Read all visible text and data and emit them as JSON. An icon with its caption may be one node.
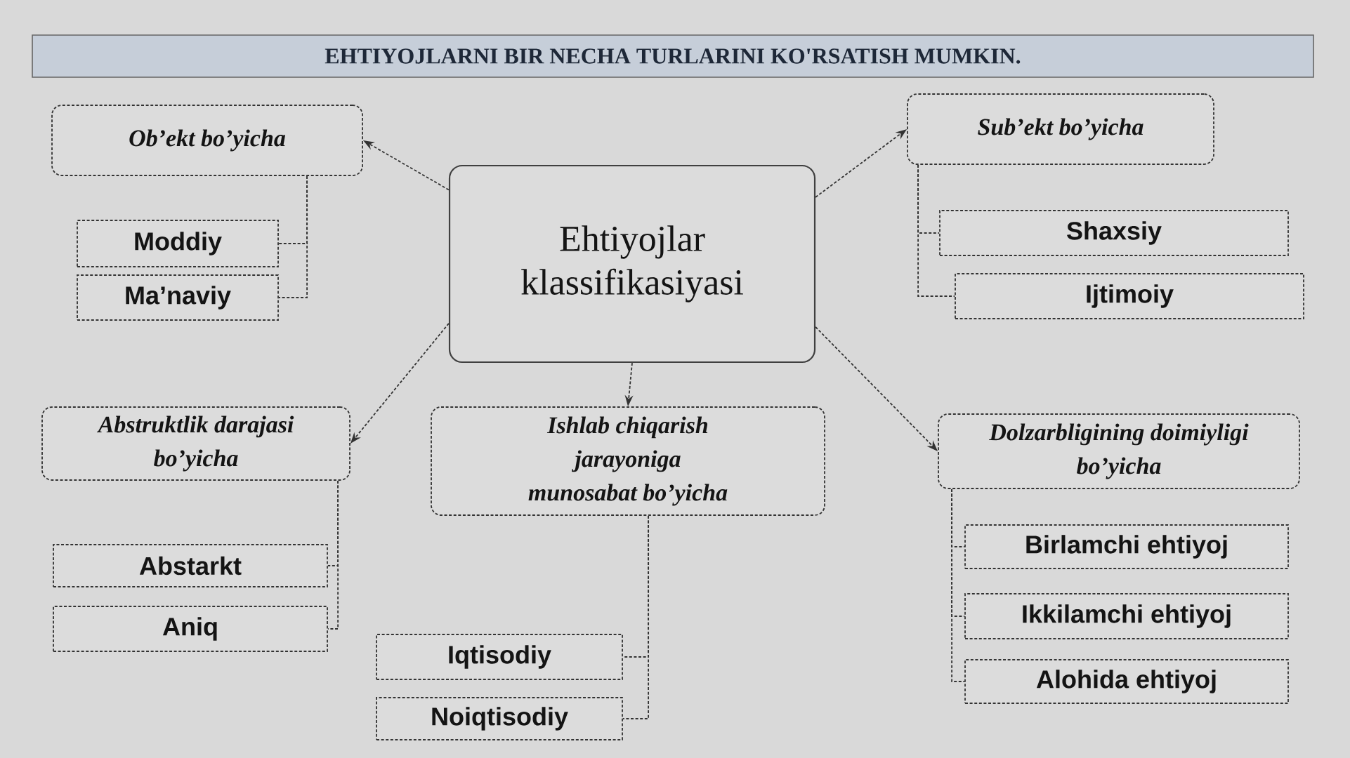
{
  "diagram": {
    "title": "EHTIYOJLARNI BIR NECHA TURLARINI KO'RSATISH MUMKIN.",
    "nodes": [
      {
        "text": [
          "Ehtiyojlar klassifikasiyasi"
        ]
      },
      {
        "text": [
          "Ob’ekt bo’yicha"
        ]
      },
      {
        "text": [
          "Moddiy"
        ]
      },
      {
        "text": [
          "Ma’naviy"
        ]
      },
      {
        "text": [
          "Sub’ekt bo’yicha"
        ]
      },
      {
        "text": [
          "Shaxsiy"
        ]
      },
      {
        "text": [
          "Ijtimoiy"
        ]
      },
      {
        "text": [
          "Abstruktlik darajasi bo’yicha"
        ]
      },
      {
        "text": [
          "Abstarkt"
        ]
      },
      {
        "text": [
          "Aniq"
        ]
      },
      {
        "text": [
          "Ishlab chiqarish jarayoniga munosabat bo’yicha"
        ]
      },
      {
        "text": [
          "Iqtisodiy"
        ]
      },
      {
        "text": [
          "Noiqtisodiy"
        ]
      },
      {
        "text": [
          "Dolzarbligining doimiyligi bo’yicha"
        ]
      },
      {
        "text": [
          "Birlamchi ehtiyoj"
        ]
      },
      {
        "text": [
          "Ikkilamchi ehtiyoj"
        ]
      },
      {
        "text": [
          "Alohida ehtiyoj"
        ]
      }
    ],
    "edges": [
      {
        "from": 0,
        "to": 1,
        "arrow": "to",
        "style": "dashed"
      },
      {
        "from": 1,
        "to": 2,
        "arrow": "none",
        "style": "dashed"
      },
      {
        "from": 1,
        "to": 3,
        "arrow": "none",
        "style": "dashed"
      },
      {
        "from": 0,
        "to": 4,
        "arrow": "to",
        "style": "dashed"
      },
      {
        "from": 4,
        "to": 5,
        "arrow": "none",
        "style": "dashed"
      },
      {
        "from": 4,
        "to": 6,
        "arrow": "none",
        "style": "dashed"
      },
      {
        "from": 0,
        "to": 7,
        "arrow": "to",
        "style": "dashed"
      },
      {
        "from": 7,
        "to": 8,
        "arrow": "none",
        "style": "dashed"
      },
      {
        "from": 7,
        "to": 9,
        "arrow": "none",
        "style": "dashed"
      },
      {
        "from": 0,
        "to": 10,
        "arrow": "to",
        "style": "dashed"
      },
      {
        "from": 10,
        "to": 11,
        "arrow": "none",
        "style": "dashed"
      },
      {
        "from": 10,
        "to": 12,
        "arrow": "none",
        "style": "dashed"
      },
      {
        "from": 0,
        "to": 13,
        "arrow": "to",
        "style": "dashed"
      },
      {
        "from": 13,
        "to": 14,
        "arrow": "none",
        "style": "dashed"
      },
      {
        "from": 13,
        "to": 15,
        "arrow": "none",
        "style": "dashed"
      },
      {
        "from": 13,
        "to": 16,
        "arrow": "none",
        "style": "dashed"
      }
    ]
  }
}
